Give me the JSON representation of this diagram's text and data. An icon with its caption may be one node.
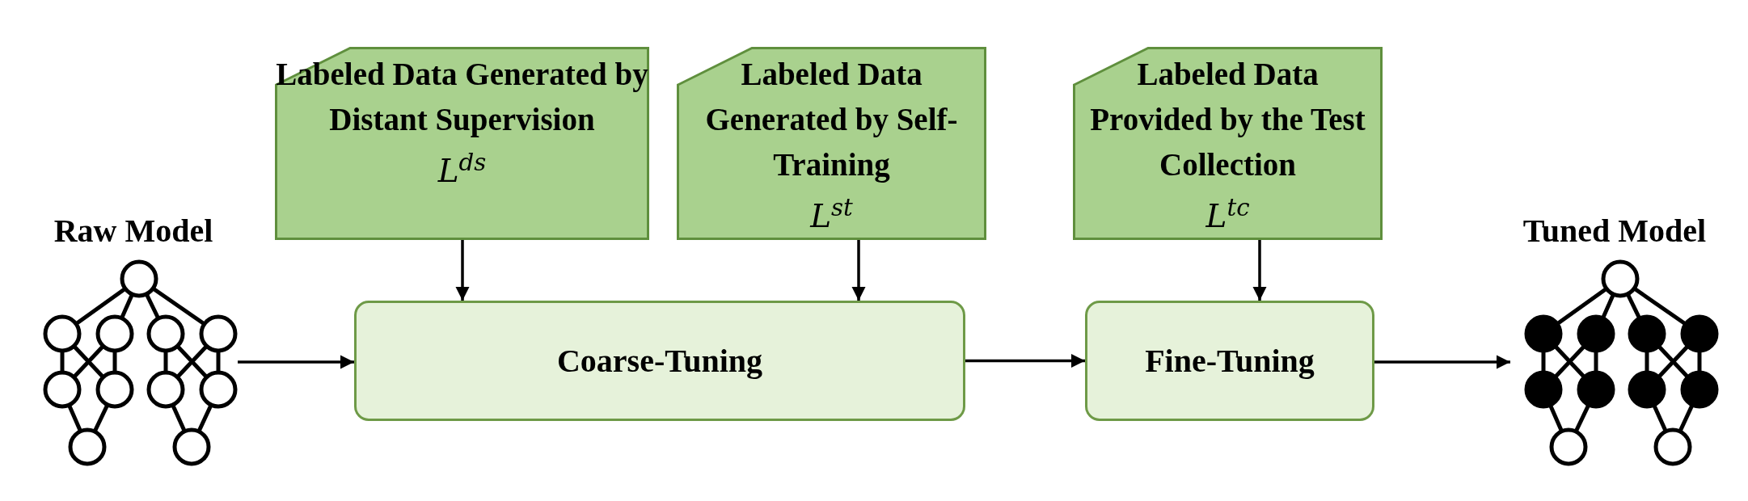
{
  "diagram": {
    "nodes": [
      {
        "text": [
          "Raw Model"
        ]
      },
      {
        "text": [
          "Labeled Data Generated by Distant Supervision",
          "L$^{ds}$"
        ]
      },
      {
        "text": [
          "Labeled Data Generated by Self-Training",
          "L$^{st}$"
        ]
      },
      {
        "text": [
          "Labeled Data Provided by the Test Collection",
          "L$^{tc}$"
        ]
      },
      {
        "text": [
          "Coarse-Tuning"
        ]
      },
      {
        "text": [
          "Fine-Tuning"
        ]
      },
      {
        "text": [
          "Tuned Model"
        ]
      }
    ],
    "edges": [
      {
        "from": 0,
        "to": 4,
        "arrow": "to"
      },
      {
        "from": 1,
        "to": 4,
        "arrow": "to"
      },
      {
        "from": 2,
        "to": 4,
        "arrow": "to"
      },
      {
        "from": 4,
        "to": 5,
        "arrow": "to"
      },
      {
        "from": 3,
        "to": 5,
        "arrow": "to"
      },
      {
        "from": 5,
        "to": 6,
        "arrow": "to"
      }
    ]
  }
}
